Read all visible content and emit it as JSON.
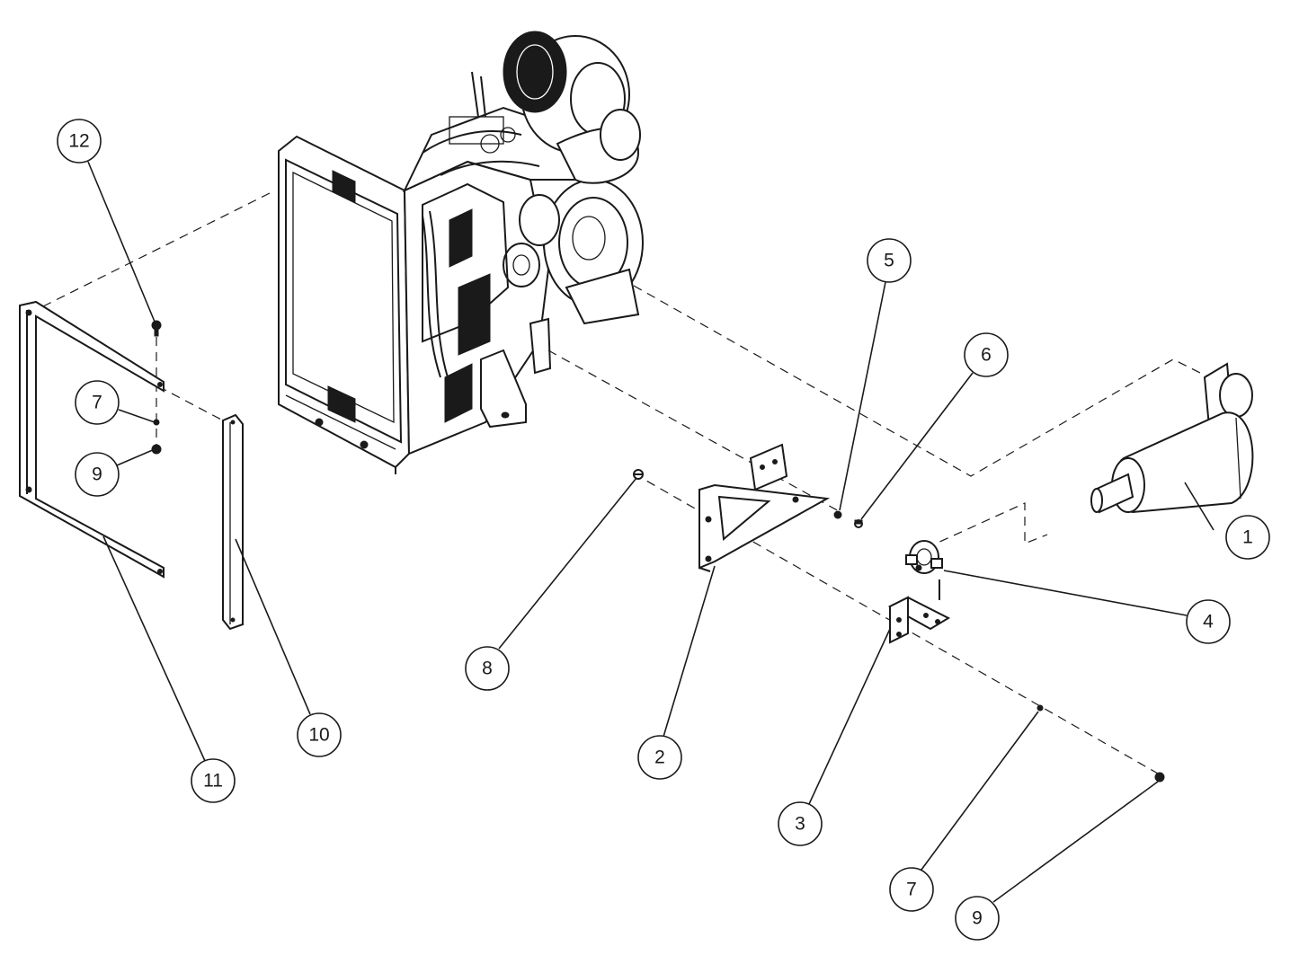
{
  "callouts": [
    {
      "id": "c1",
      "label": "1"
    },
    {
      "id": "c2",
      "label": "2"
    },
    {
      "id": "c3",
      "label": "3"
    },
    {
      "id": "c4",
      "label": "4"
    },
    {
      "id": "c5",
      "label": "5"
    },
    {
      "id": "c6",
      "label": "6"
    },
    {
      "id": "c7a",
      "label": "7"
    },
    {
      "id": "c7b",
      "label": "7"
    },
    {
      "id": "c8",
      "label": "8"
    },
    {
      "id": "c9a",
      "label": "9"
    },
    {
      "id": "c9b",
      "label": "9"
    },
    {
      "id": "c10",
      "label": "10"
    },
    {
      "id": "c11",
      "label": "11"
    },
    {
      "id": "c12",
      "label": "12"
    }
  ],
  "colors": {
    "ink": "#1a1a1a",
    "background": "#ffffff"
  }
}
